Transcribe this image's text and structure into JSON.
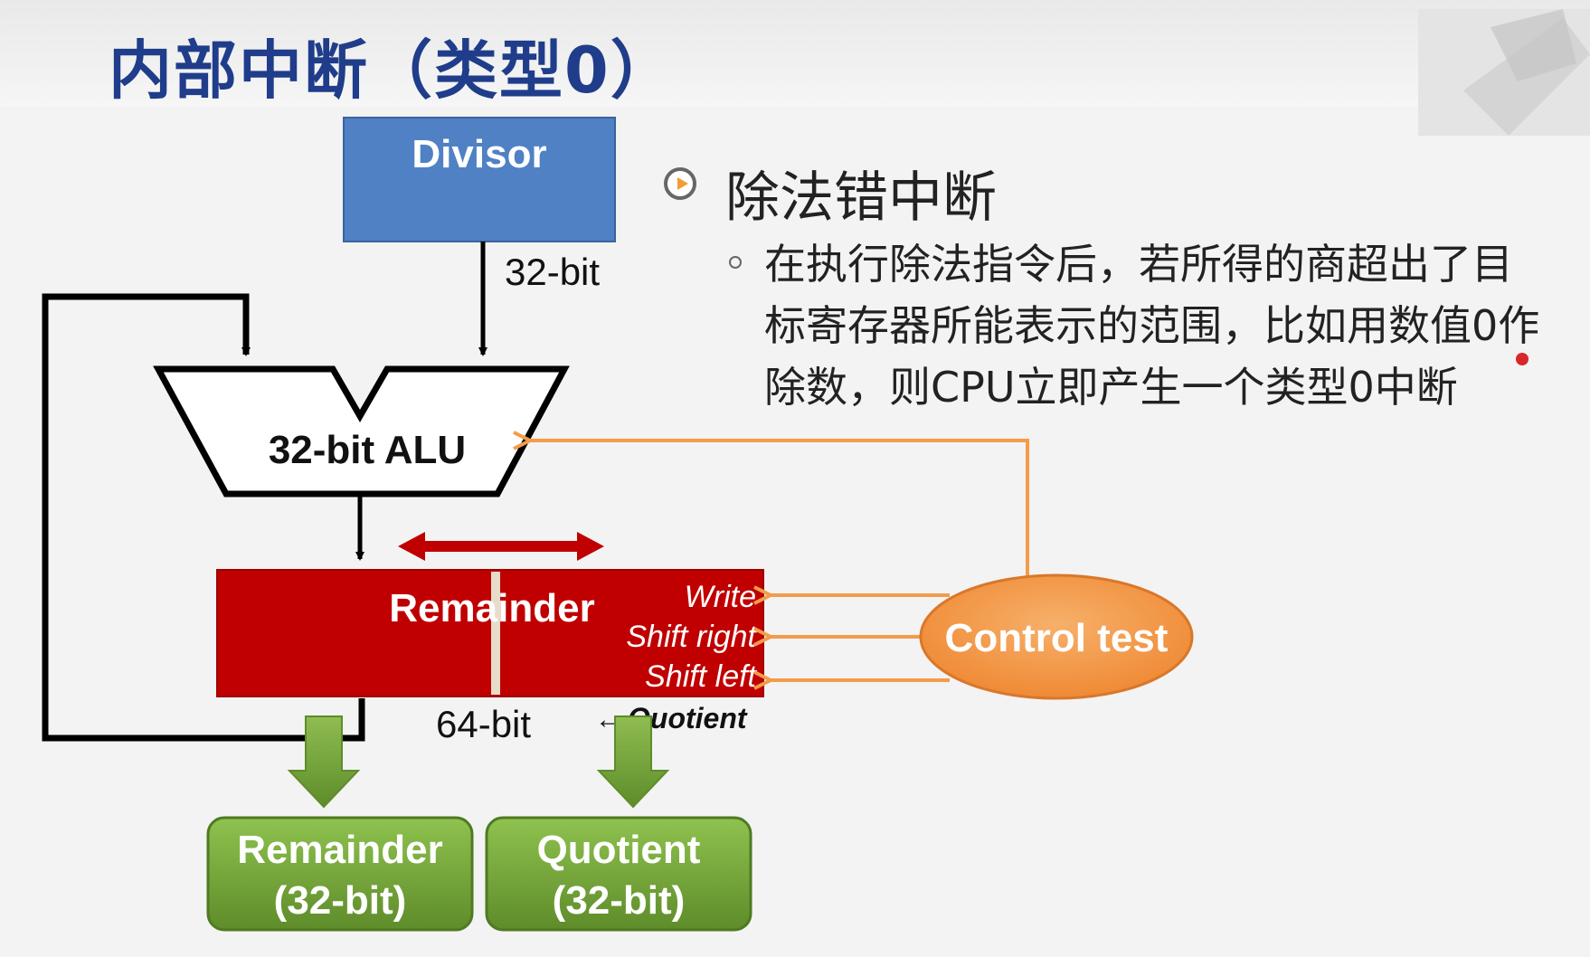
{
  "slide": {
    "title": "内部中断（类型0）"
  },
  "bullet": {
    "heading": "除法错中断",
    "text_lines": [
      "在执行除法指令后，若所得的商超出了目",
      "标寄存器所能表示的范围，比如用数值0作",
      "除数，则CPU立即产生一个类型0中断"
    ]
  },
  "diagram": {
    "divisor_label": "Divisor",
    "divisor_width_label": "32-bit",
    "alu_label": "32-bit ALU",
    "remainder_label": "Remainder",
    "remainder_width_label": "64-bit",
    "quotient_tag": "Quotient",
    "controls": [
      "Write",
      "Shift right",
      "Shift left"
    ],
    "control_label": "Control test",
    "output_remainder": [
      "Remainder",
      "(32-bit)"
    ],
    "output_quotient": [
      "Quotient",
      "(32-bit)"
    ]
  },
  "colors": {
    "title": "#1f3d8a",
    "divisor_fill": "#4f81c4",
    "remainder_fill": "#c00000",
    "control_fill": "#f39c4a",
    "output_fill": "#76a83a",
    "wire": "#000000",
    "control_wire": "#f39c4a"
  }
}
